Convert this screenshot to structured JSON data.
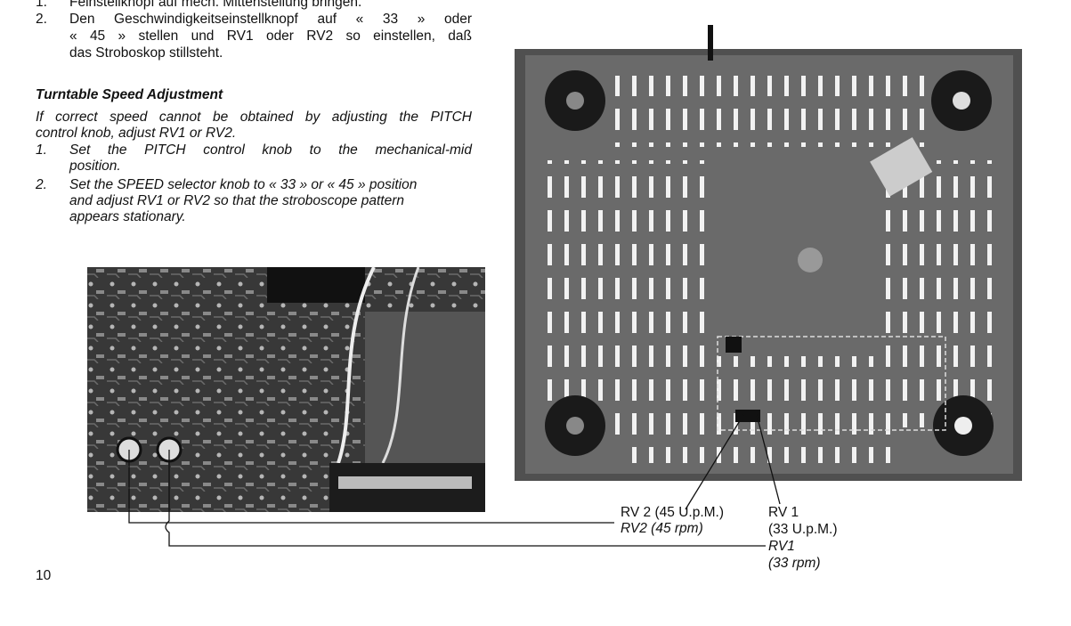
{
  "german_steps": [
    {
      "num": "1.",
      "lines": [
        "Feinstellknopf auf mech. Mittenstellung bringen."
      ]
    },
    {
      "num": "2.",
      "lines": [
        "Den Geschwindigkeitseinstellknopf auf « 33 » oder",
        "« 45 » stellen und RV1 oder RV2 so einstellen, daß",
        "das Stroboskop stillsteht."
      ]
    }
  ],
  "heading": "Turntable Speed Adjustment",
  "intro": [
    "If correct speed cannot be obtained by adjusting the PITCH",
    "control knob, adjust RV1 or RV2."
  ],
  "english_steps": [
    {
      "num": "1.",
      "lines": [
        "Set the PITCH control knob to the mechanical-mid",
        "position."
      ]
    },
    {
      "num": "2.",
      "lines": [
        "Set the SPEED selector knob to « 33 » or « 45 » position",
        "and adjust RV1 or RV2 so that the stroboscope pattern",
        "appears stationary."
      ]
    }
  ],
  "labels": {
    "rv2_de": "RV 2  (45 U.p.M.)",
    "rv2_en": "RV2 (45 rpm)",
    "rv1_de_a": "RV 1",
    "rv1_de_b": "(33 U.p.M.)",
    "rv1_en_a": "RV1",
    "rv1_en_b": "(33 rpm)"
  },
  "page_number": "10"
}
